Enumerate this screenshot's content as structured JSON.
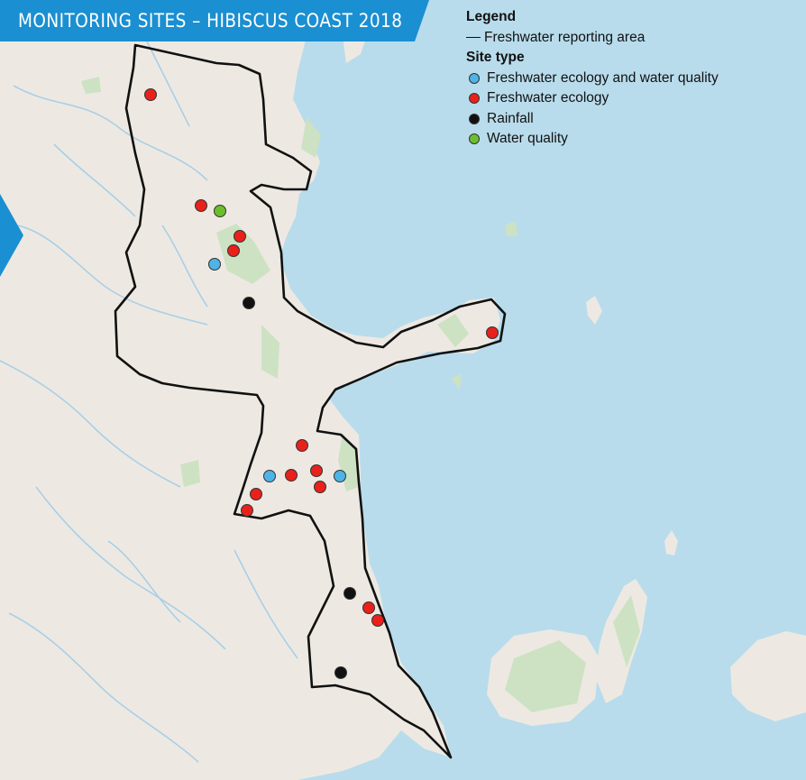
{
  "title": "MONITORING SITES – HIBISCUS COAST 2018",
  "legend": {
    "heading": "Legend",
    "boundary_label": "Freshwater reporting area",
    "site_type_heading": "Site type",
    "items": [
      {
        "label": "Freshwater ecology and water quality",
        "color": "#4eb3e5"
      },
      {
        "label": "Freshwater ecology",
        "color": "#e8211b"
      },
      {
        "label": "Rainfall",
        "color": "#111111"
      },
      {
        "label": "Water quality",
        "color": "#6cbf2c"
      }
    ]
  },
  "colors": {
    "sea": "#b8dcec",
    "land": "#ede9e2",
    "park": "#cde2c2",
    "river": "#a9cfe7",
    "boundary": "#111111",
    "banner": "#1a8fd1"
  }
}
